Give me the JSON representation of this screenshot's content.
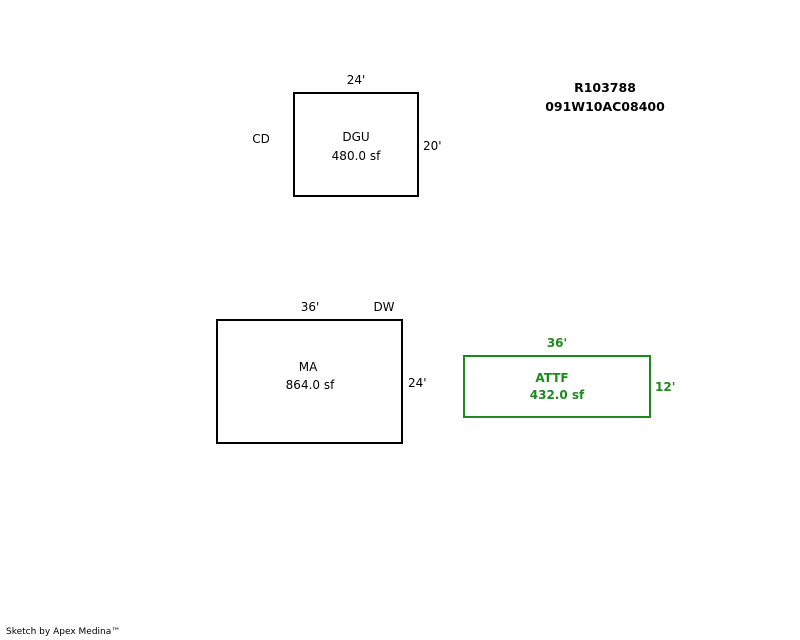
{
  "parcel": {
    "account": "R103788",
    "map_tax_lot": "091W10AC08400"
  },
  "areas": {
    "dgu": {
      "code": "DGU",
      "area": "480.0 sf",
      "top_dim": "24'",
      "right_dim": "20'",
      "side_label": "CD"
    },
    "ma": {
      "code": "MA",
      "area": "864.0 sf",
      "top_dim": "36'",
      "right_dim": "24'",
      "corner_label": "DW"
    },
    "attf": {
      "code": "ATTF",
      "area": "432.0 sf",
      "top_dim": "36'",
      "right_dim": "12'",
      "color": "#1e8a1e"
    }
  },
  "footer": {
    "credit": "Sketch by Apex Medina™"
  }
}
